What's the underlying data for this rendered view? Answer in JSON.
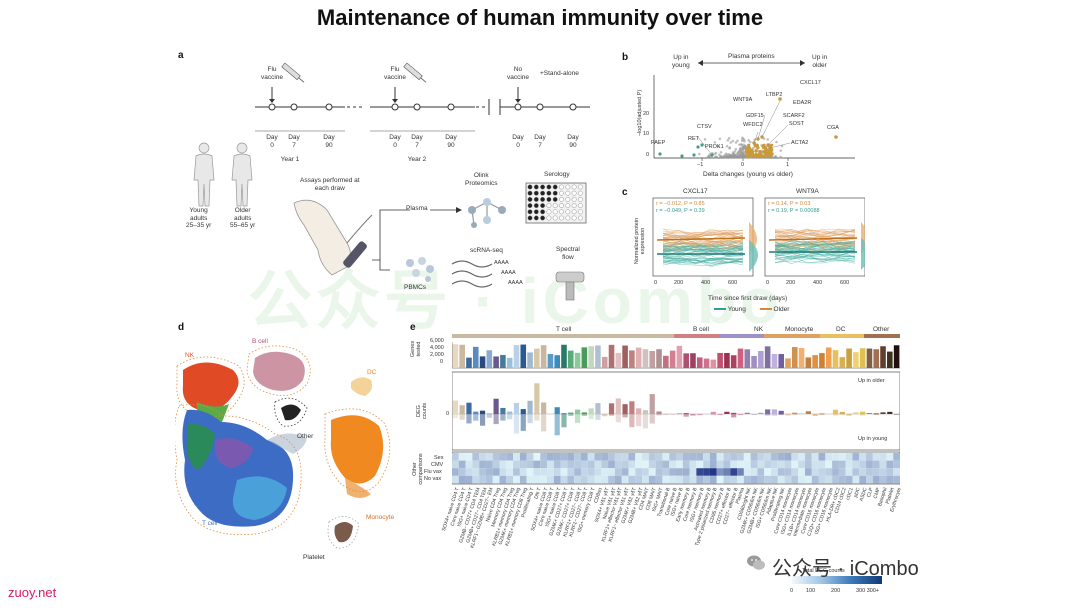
{
  "title": "Maintenance of human immunity over time",
  "panel_a": {
    "letter": "a",
    "timeline1": {
      "event": "Flu\nvaccine",
      "days": [
        "Day\n0",
        "Day\n7",
        "Day\n90"
      ],
      "year": "Year 1"
    },
    "timeline2": {
      "event": "Flu\nvaccine",
      "days": [
        "Day\n0",
        "Day\n7",
        "Day\n90"
      ],
      "year": "Year 2"
    },
    "timeline3": {
      "event": "No\nvaccine",
      "standalone": "+Stand-alone",
      "days": [
        "Day\n0",
        "Day\n7",
        "Day\n90"
      ]
    },
    "young": "Young\nadults\n25–35 yr",
    "older": "Older\nadults\n55–65 yr",
    "assays": "Assays performed at\neach draw",
    "plasma": "Plasma",
    "pbmcs": "PBMCs",
    "olink": "Olink\nProteomics",
    "serology": "Serology",
    "scrna": "scRNA-seq",
    "spectral": "Spectral\nflow",
    "aaaa": [
      "AAAA",
      "AAAA",
      "AAAA"
    ]
  },
  "panel_b": {
    "letter": "b",
    "up_young": "Up in\nyoung",
    "up_older": "Up in\nolder",
    "plasma_proteins": "Plasma proteins",
    "ylabel": "−log10(adjusted P)",
    "xlabel": "Delta changes (young vs older)",
    "labels": [
      "CXCL17",
      "LTBP2",
      "EDA2R",
      "WNT9A",
      "GDF15",
      "SCARF2",
      "SOST",
      "WFDC2",
      "CGA",
      "ACTA2",
      "CTSV",
      "RET",
      "PROK1",
      "PAEP"
    ],
    "yticks": [
      "0",
      "10",
      "20"
    ],
    "xticks": [
      "−1",
      "0",
      "1"
    ]
  },
  "panel_c": {
    "letter": "c",
    "ylabel": "Normalized protein\nexpression",
    "xlabel": "Time since first draw (days)",
    "legend": [
      "Young",
      "Older"
    ],
    "xticks": [
      "0",
      "200",
      "400",
      "600"
    ],
    "plots": [
      {
        "title": "CXCL17",
        "stat1": "r = −0.012, P = 0.85",
        "stat2": "r = −0.049, P = 0.39"
      },
      {
        "title": "WNT9A",
        "stat1": "r = 0.14, P = 0.03",
        "stat2": "r = 0.19, P = 0.00088"
      }
    ]
  },
  "panel_d": {
    "letter": "d",
    "labels": {
      "bcell": "B cell",
      "nk": "NK",
      "dc": "DC",
      "other": "Other",
      "tcell": "T cell",
      "monocyte": "Monocyte",
      "platelet": "Platelet"
    }
  },
  "panel_e": {
    "letter": "e",
    "groups": [
      "T cell",
      "B cell",
      "NK",
      "Monocyte",
      "DC",
      "Other"
    ],
    "genes_label": "Genes\ntested",
    "genes_ticks": [
      "6,000",
      "4,000",
      "2,000",
      "0"
    ],
    "deg_label": "DEG\ncounts",
    "up_older": "Up in older",
    "up_young": "Up in young",
    "deg_zero": "0",
    "other_label": "Other\ncomparisons",
    "other_rows": [
      "Sex",
      "CMV",
      "Flu vax",
      "No vax"
    ],
    "colorbar_title": "Total DEG counts",
    "colorbar_ticks": [
      "0",
      "100",
      "200",
      "300 300+"
    ],
    "cell_types": [
      "SOX4+ naive CD4 T",
      "Core naive CD4 T",
      "ISG+ naive CD4 T",
      "GZMB− CD27+ CD4 TEM",
      "GZMB+ CD27− CD4 TEM",
      "KLRF1− GZMB+ CD27− EM",
      "Naive CD4 Treg",
      "Memory CD4 Treg",
      "KLRB1+ memory CD4 Treg",
      "GZMK+ memory CD4 Treg",
      "KLRB1+ memory CD8 Treg",
      "Proliferating T",
      "DN T",
      "SOX4+ naive CD8 T",
      "Core naive CD8 T",
      "ISG+ naive CD8 T",
      "GZMK+ CD27+ CD8 T",
      "GZMK− CD27+ CD8 T",
      "KLRF1+ CD27− CD8 T",
      "KLRF1− CD27− CD8 T",
      "ISG+ memory CD8 T",
      "CD8αα",
      "SOX4+ Vδ1 γδT",
      "Naive Vδ1 γδT",
      "KLRF1+ effector Vδ1 γδT",
      "KLRF1− effector Vδ1 γδT",
      "GZMK+ Vδ2 γδT",
      "GZMB+ Vδ2 γδT",
      "CD4 MAIT",
      "CD8 MAIT",
      "ISG+ MAIT",
      "Transitional B",
      "Core naive B",
      "ISG+ naive B",
      "Early memory B",
      "Core memory B",
      "ISG+ memory B",
      "Activated memory B",
      "Type 2 polarized memory B",
      "CD95 memory B",
      "CD27+ effector B",
      "CD27− effector B",
      "Plasma",
      "CD56bright NK",
      "GZMK+ CD56dim NK",
      "GZMB+ CD56dim NK",
      "ISG+ CD56dim NK",
      "Adaptive NK",
      "Proliferating NK",
      "Core CD14 monocyte",
      "ISG+ CD14 monocyte",
      "IL1B+ CD14 monocyte",
      "Intermediate monocyte",
      "Core CD16 monocyte",
      "C1Q+ CD16 monocyte",
      "ISG+ CD16 monocyte",
      "HLA-DR+ cDC2",
      "CD14 cDC2",
      "cDC1",
      "pDC",
      "ASDC",
      "CLP",
      "CMP",
      "Basophil",
      "Platelet",
      "Erythrocyte"
    ]
  },
  "footer": {
    "site": "zuoy.net",
    "wechat": "公众号 · iCombo"
  },
  "watermark": "公众号 · iCombo",
  "colors": {
    "young": "#2f9e94",
    "older": "#d4893a",
    "nk": "#e0522a",
    "tcell": "#3b6fc0",
    "bcell": "#b05070",
    "dc": "#e88a20",
    "mono": "#e08030",
    "deg_blue": "#2a5fa0"
  }
}
